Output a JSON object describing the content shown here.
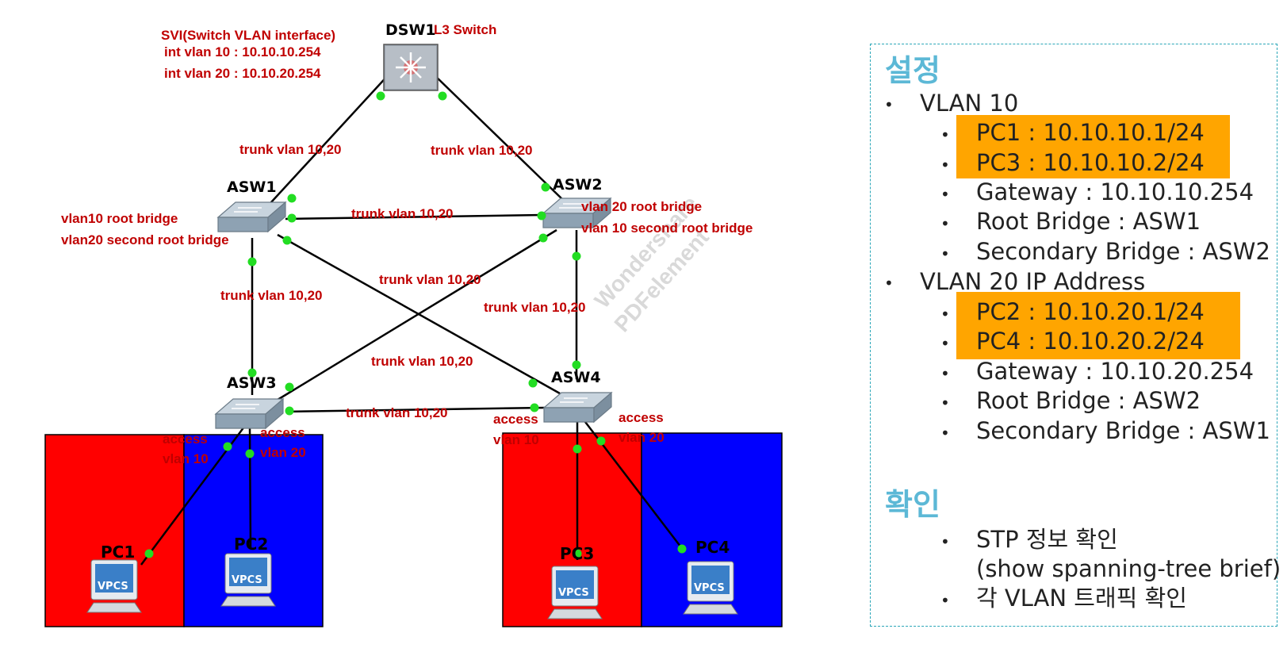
{
  "diagram": {
    "svi_title": "SVI(Switch VLAN interface)",
    "svi_line1": "int vlan 10 : 10.10.10.254",
    "svi_line2": "int vlan 20 : 10.10.20.254",
    "dsw1": {
      "name": "DSW1",
      "role": "L3 Switch"
    },
    "asw1": {
      "name": "ASW1",
      "note1": "vlan10 root bridge",
      "note2": "vlan20 second root bridge"
    },
    "asw2": {
      "name": "ASW2",
      "note1": "vlan 20 root bridge",
      "note2": "vlan 10 second root bridge"
    },
    "asw3": {
      "name": "ASW3"
    },
    "asw4": {
      "name": "ASW4"
    },
    "trunk_label": "trunk vlan 10,20",
    "access_label": "access",
    "vlan10_label": "vlan 10",
    "vlan20_label": "vlan 20",
    "pcs": [
      "PC1",
      "PC2",
      "PC3",
      "PC4"
    ],
    "vpcs_label": "VPCS",
    "colors": {
      "vlan10": "#ff0000",
      "vlan20": "#0000ff",
      "label": "#c00000",
      "port": "#22dd22"
    },
    "watermark": [
      "Wondershare",
      "PDFelement"
    ]
  },
  "panel": {
    "settings_title": "설정",
    "vlan10": {
      "title": "VLAN 10",
      "items": [
        "PC1 : 10.10.10.1/24",
        "PC3 : 10.10.10.2/24",
        "Gateway : 10.10.10.254",
        "Root Bridge : ASW1",
        "Secondary Bridge : ASW2"
      ]
    },
    "vlan20": {
      "title": "VLAN 20 IP Address",
      "items": [
        "PC2 : 10.10.20.1/24",
        "PC4 : 10.10.20.2/24",
        "Gateway : 10.10.20.254",
        "Root Bridge : ASW2",
        "Secondary Bridge : ASW1"
      ]
    },
    "verify_title": "확인",
    "verify_items": [
      "STP 정보 확인",
      "(show spanning-tree brief)",
      "각 VLAN 트래픽 확인"
    ],
    "highlight_color": "#ffa500",
    "bullet": "•"
  }
}
